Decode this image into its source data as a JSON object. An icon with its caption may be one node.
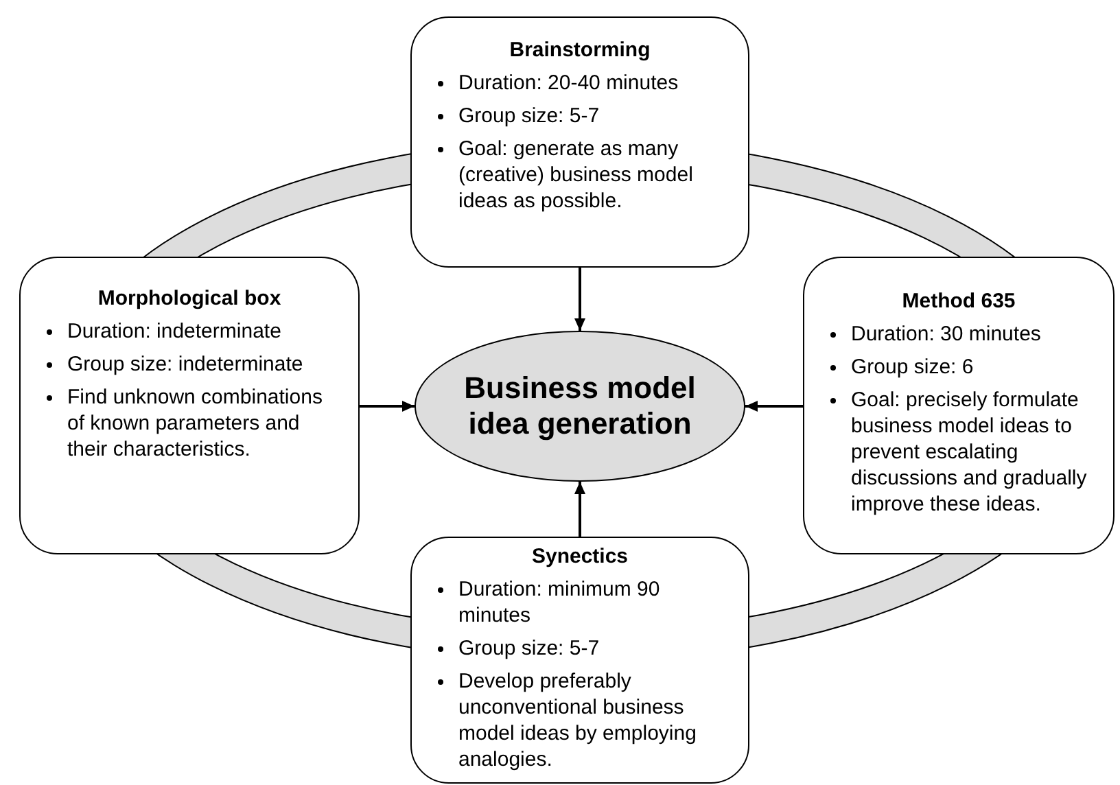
{
  "diagram": {
    "nodes": [
      {
        "text": [
          "Brainstorming",
          "Duration: 20-40 minutes",
          "Group size: 5-7",
          "Goal: generate as many (creative) business model ideas as possible."
        ]
      },
      {
        "text": [
          "Morphological box",
          "Duration: indeterminate",
          "Group size: indeterminate",
          "Find unknown combinations of known parameters and their characteristics."
        ]
      },
      {
        "text": [
          "Business model idea generation"
        ]
      },
      {
        "text": [
          "Method 635",
          "Duration: 30 minutes",
          "Group size: 6",
          "Goal: precisely formulate business model ideas to prevent escalating discussions and gradually improve these ideas."
        ]
      },
      {
        "text": [
          "Synectics",
          "Duration: minimum 90 minutes",
          "Group size: 5-7",
          "Develop preferably unconventional business model ideas by employing analogies."
        ]
      }
    ],
    "edges": [
      {
        "from": 0,
        "to": 2,
        "arrow": "to"
      },
      {
        "from": 1,
        "to": 2,
        "arrow": "to"
      },
      {
        "from": 3,
        "to": 2,
        "arrow": "to"
      },
      {
        "from": 4,
        "to": 2,
        "arrow": "to"
      }
    ]
  }
}
